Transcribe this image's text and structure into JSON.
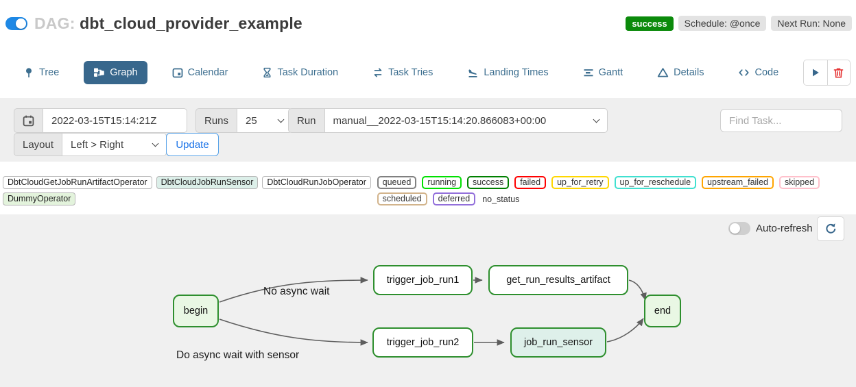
{
  "header": {
    "toggle_on": true,
    "dag_prefix": "DAG:",
    "dag_name": "dbt_cloud_provider_example",
    "status_badge": "success",
    "schedule_badge": "Schedule: @once",
    "next_run_badge": "Next Run: None"
  },
  "tabs": [
    {
      "label": "Tree",
      "icon": "tree-icon",
      "active": false
    },
    {
      "label": "Graph",
      "icon": "graph-icon",
      "active": true
    },
    {
      "label": "Calendar",
      "icon": "calendar-icon",
      "active": false
    },
    {
      "label": "Task Duration",
      "icon": "hourglass-icon",
      "active": false
    },
    {
      "label": "Task Tries",
      "icon": "retry-arrows-icon",
      "active": false
    },
    {
      "label": "Landing Times",
      "icon": "plane-landing-icon",
      "active": false
    },
    {
      "label": "Gantt",
      "icon": "gantt-bars-icon",
      "active": false
    },
    {
      "label": "Details",
      "icon": "triangle-icon",
      "active": false
    },
    {
      "label": "Code",
      "icon": "code-brackets-icon",
      "active": false
    }
  ],
  "actions": [
    {
      "name": "trigger-dag-button",
      "icon": "play-icon",
      "color": "#38678c"
    },
    {
      "name": "delete-dag-button",
      "icon": "trash-icon",
      "color": "#e53535"
    }
  ],
  "filters": {
    "base_date": "2022-03-15T15:14:21Z",
    "runs_label": "Runs",
    "runs_value": "25",
    "run_label": "Run",
    "run_value": "manual__2022-03-15T15:14:20.866083+00:00",
    "find_task_placeholder": "Find Task...",
    "layout_label": "Layout",
    "layout_value": "Left > Right",
    "update_label": "Update"
  },
  "legend": {
    "operators": [
      {
        "label": "DbtCloudGetJobRunArtifactOperator",
        "fill": "#ffffff"
      },
      {
        "label": "DbtCloudJobRunSensor",
        "fill": "#dcefe9"
      },
      {
        "label": "DbtCloudRunJobOperator",
        "fill": "#ffffff"
      },
      {
        "label": "DummyOperator",
        "fill": "#e3f3dc"
      }
    ],
    "statuses": [
      {
        "label": "queued",
        "border": "#808080"
      },
      {
        "label": "running",
        "border": "#00e000"
      },
      {
        "label": "success",
        "border": "#008000"
      },
      {
        "label": "failed",
        "border": "#ff0000"
      },
      {
        "label": "up_for_retry",
        "border": "#ffd700"
      },
      {
        "label": "up_for_reschedule",
        "border": "#40e0d0"
      },
      {
        "label": "upstream_failed",
        "border": "#ffa500"
      },
      {
        "label": "skipped",
        "border": "#ffc0cb"
      },
      {
        "label": "scheduled",
        "border": "#d2b48c"
      },
      {
        "label": "deferred",
        "border": "#9370db"
      },
      {
        "label": "no_status",
        "border": "none"
      }
    ]
  },
  "graph": {
    "autorefresh_label": "Auto-refresh",
    "autorefresh_on": false,
    "node_border_color": "#2e8f2e",
    "nodes": [
      {
        "id": "begin",
        "label": "begin",
        "fill": "#e9f7e4"
      },
      {
        "id": "trigger_job_run1",
        "label": "trigger_job_run1",
        "fill": "#ffffff"
      },
      {
        "id": "get_run_results_artifact",
        "label": "get_run_results_artifact",
        "fill": "#ffffff"
      },
      {
        "id": "trigger_job_run2",
        "label": "trigger_job_run2",
        "fill": "#ffffff"
      },
      {
        "id": "job_run_sensor",
        "label": "job_run_sensor",
        "fill": "#def0ea"
      },
      {
        "id": "end",
        "label": "end",
        "fill": "#e9f7e4"
      }
    ],
    "edges": [
      {
        "from": "begin",
        "to": "trigger_job_run1",
        "label": "No async wait"
      },
      {
        "from": "begin",
        "to": "trigger_job_run2",
        "label": "Do async wait with sensor"
      },
      {
        "from": "trigger_job_run1",
        "to": "get_run_results_artifact",
        "label": ""
      },
      {
        "from": "trigger_job_run2",
        "to": "job_run_sensor",
        "label": ""
      },
      {
        "from": "get_run_results_artifact",
        "to": "end",
        "label": ""
      },
      {
        "from": "job_run_sensor",
        "to": "end",
        "label": ""
      }
    ]
  }
}
